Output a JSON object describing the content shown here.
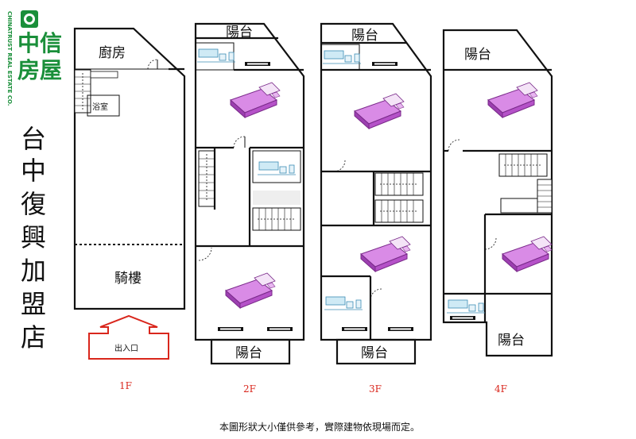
{
  "brand": {
    "name": "中信房屋",
    "name_top": "中信",
    "name_bottom": "房屋",
    "english": "CHINATRUST REAL ESTATE CO.",
    "color": "#1a8f3a"
  },
  "title_vertical": [
    "台",
    "中",
    "復",
    "興",
    "加",
    "盟",
    "店"
  ],
  "floors": {
    "f1": {
      "label": "1F",
      "kitchen": "廚房",
      "bathroom": "浴室",
      "arcade": "騎樓",
      "entrance": "出入口"
    },
    "f2": {
      "label": "2F",
      "balcony_top": "陽台",
      "balcony_bottom": "陽台"
    },
    "f3": {
      "label": "3F",
      "balcony_top": "陽台",
      "balcony_bottom": "陽台"
    },
    "f4": {
      "label": "4F",
      "balcony_top": "陽台",
      "balcony_bottom": "陽台"
    }
  },
  "accent_colors": {
    "bed": "#c05bd0",
    "floor_label": "#d9261c",
    "entrance_arrow": "#d9261c"
  },
  "footer_note": "本圖形狀大小僅供參考，實際建物依現場而定。"
}
